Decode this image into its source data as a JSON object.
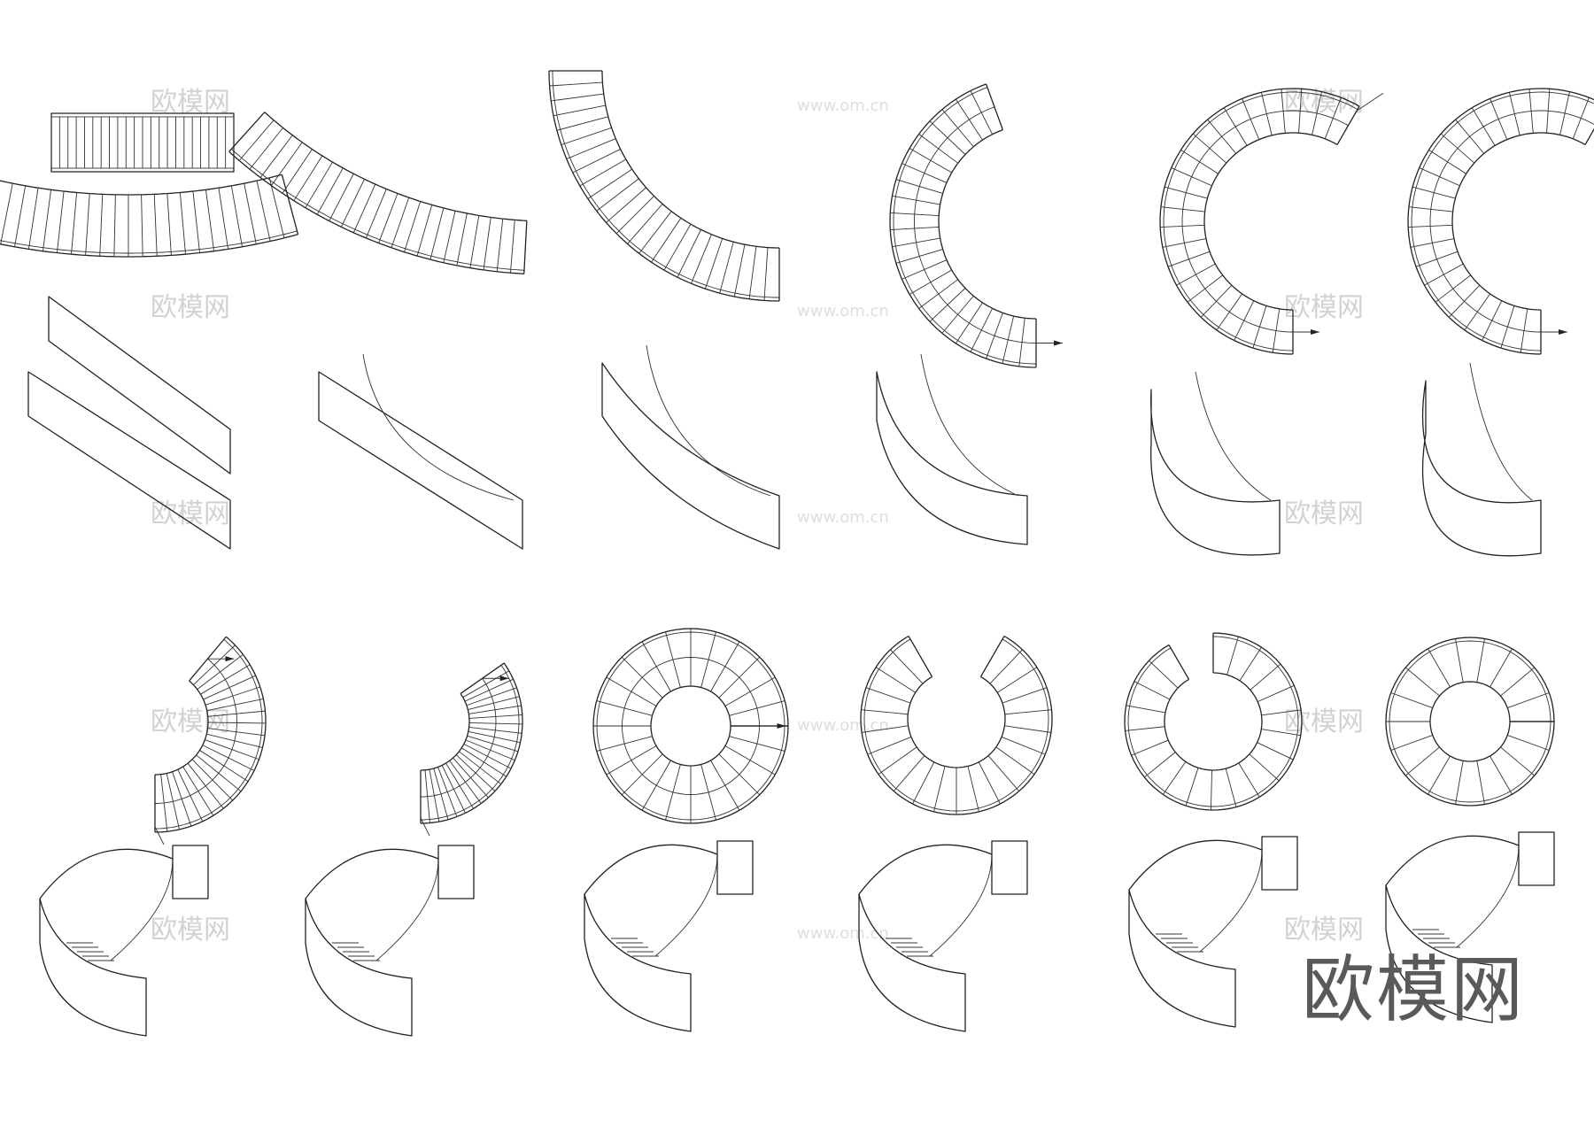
{
  "brand": {
    "logo_text": "欧模网",
    "watermark_text": "欧模网",
    "watermark_url": "www.om.cn"
  },
  "drawing": {
    "colors": {
      "line": "#222222",
      "background": "#ffffff",
      "watermark": "#d2d2d2",
      "brand": "#5a5a5a"
    },
    "plan_views_row1": [
      {
        "name": "straight-and-curved-flight",
        "tread_count": 22
      },
      {
        "name": "curved-flight-shallow",
        "tread_count": 24
      },
      {
        "name": "curved-flight-quarter",
        "tread_count": 24
      },
      {
        "name": "curved-flight-half",
        "tread_count": 24
      },
      {
        "name": "curved-flight-three-fifths",
        "tread_count": 24
      },
      {
        "name": "curved-flight-c-shape",
        "tread_count": 24
      }
    ],
    "plan_views_row2": [
      {
        "name": "spiral-two-thirds",
        "tread_count": 22
      },
      {
        "name": "spiral-three-quarters",
        "tread_count": 24
      },
      {
        "name": "spiral-four-fifths",
        "tread_count": 24
      },
      {
        "name": "spiral-nine-tenths",
        "tread_count": 22
      },
      {
        "name": "spiral-near-full",
        "tread_count": 20
      },
      {
        "name": "spiral-full-circle",
        "tread_count": 18
      }
    ]
  }
}
